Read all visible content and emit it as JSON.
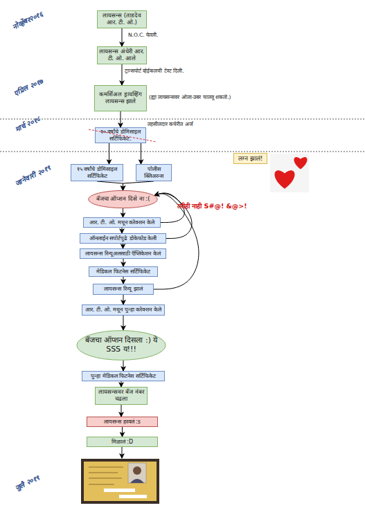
{
  "diagram": {
    "nodes": [
      {
        "text": [
          "लायसन्स (ताडदेव आर. टी. ओ.)"
        ]
      },
      {
        "text": [
          "लायसन्स अंधेरी आर. टी. ओ. आले"
        ]
      },
      {
        "text": [
          "कमर्शिअल ड्रायव्हिंग लायसन्स झाले"
        ]
      },
      {
        "text": [
          "१० वर्षांचे डोमिसाइल सर्टिफिकेट."
        ]
      },
      {
        "text": [
          "लग्न झालं!"
        ]
      },
      {
        "text": [
          "१५ वर्षांचे डोमिसाइल सर्टिफिकेट"
        ]
      },
      {
        "text": [
          "पोलीस क्लिअरन्स"
        ]
      },
      {
        "text": [
          "बॅजचा ऑप्शन दिसे ना :("
        ]
      },
      {
        "text": [
          "आर. टी. ओ. मधून करेक्शन केले"
        ]
      },
      {
        "text": [
          "ऑनलाईन सपोर्टपुढे डोकेफोड केली"
        ]
      },
      {
        "text": [
          "लायसन्स रिन्यूअलसाठी ऍप्लिकेशन केलं"
        ]
      },
      {
        "text": [
          "मेडिकल फिटनेस सर्टिफिकेट"
        ]
      },
      {
        "text": [
          "लायसन्स रिन्यू झालं"
        ]
      },
      {
        "text": [
          "आर. टी. ओ. मधून पुन्हा करेक्शन केले"
        ]
      },
      {
        "text": [
          "बॅजचा ऑप्शन दिसला :) ये SSS य!!!"
        ]
      },
      {
        "text": [
          "पुन्हा मेडिकल फिटनेस सर्टिफिकेट"
        ]
      },
      {
        "text": [
          "लायसन्सवर बॅज नंबर चढला"
        ]
      },
      {
        "text": [
          "लायसन्स हरवलं :s"
        ]
      },
      {
        "text": [
          "मिळालं :D"
        ]
      }
    ],
    "edges": [
      {
        "from": 0,
        "to": 1,
        "label": "N.O.C. घेतली.",
        "arrow": "to"
      },
      {
        "from": 1,
        "to": 2,
        "label": "ट्रान्सपोर्ट व्हेईकलची टेस्ट दिली.",
        "arrow": "to"
      },
      {
        "from": 2,
        "to": 3,
        "label": "तहसीलदार कचेरीत अर्ज",
        "arrow": "to"
      },
      {
        "from": 3,
        "to": 5,
        "arrow": "to"
      },
      {
        "from": 3,
        "to": 6,
        "arrow": "to"
      },
      {
        "from": 5,
        "to": 7,
        "arrow": "to"
      },
      {
        "from": 6,
        "to": 7,
        "arrow": "to"
      },
      {
        "from": 7,
        "to": 8,
        "arrow": "to"
      },
      {
        "from": 8,
        "to": 9,
        "arrow": "to"
      },
      {
        "from": 9,
        "to": 10,
        "arrow": "to"
      },
      {
        "from": 10,
        "to": 11,
        "arrow": "to"
      },
      {
        "from": 11,
        "to": 12,
        "arrow": "to"
      },
      {
        "from": 12,
        "to": 13,
        "arrow": "to"
      },
      {
        "from": 13,
        "to": 14,
        "arrow": "to"
      },
      {
        "from": 14,
        "to": 15,
        "arrow": "to"
      },
      {
        "from": 15,
        "to": 16,
        "arrow": "to"
      },
      {
        "from": 16,
        "to": 17,
        "arrow": "to"
      },
      {
        "from": 17,
        "to": 18,
        "arrow": "to"
      },
      {
        "from": 8,
        "to": 7,
        "arrow": "to"
      },
      {
        "from": 9,
        "to": 7,
        "arrow": "to"
      },
      {
        "from": 12,
        "to": 7,
        "arrow": "to"
      }
    ],
    "labels": [
      "नोव्हेंबर२०१६",
      "एप्रिल २०१७",
      "(ह्या लायसन्सवर ओला-उबर चालवू शकतो.)",
      "मार्च २०१८",
      "जानेवारी २०१९",
      "तरीही नाही S#@! &@>!",
      "जुलै २०१९"
    ]
  }
}
